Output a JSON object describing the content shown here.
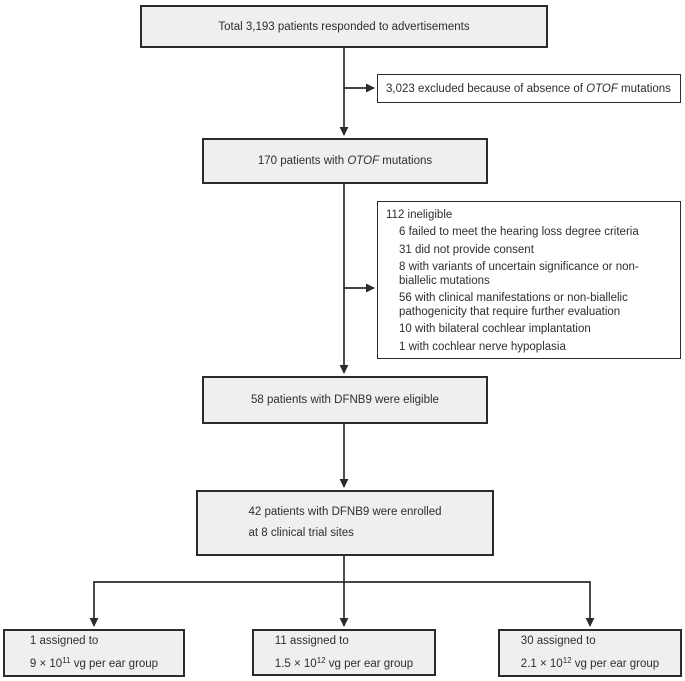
{
  "boxes": {
    "responded": {
      "text": "Total 3,193 patients responded to advertisements"
    },
    "excluded": {
      "pre": "3,023 excluded because of absence of ",
      "gene": "OTOF",
      "post": " mutations"
    },
    "otof_patients": {
      "pre": "170 patients with ",
      "gene": "OTOF",
      "post": " mutations"
    },
    "ineligible": {
      "header": "112 ineligible",
      "items": [
        "6 failed to meet the hearing loss degree criteria",
        "31 did not provide consent",
        "8 with variants of uncertain significance or non-biallelic mutations",
        "56 with clinical manifestations or non-biallelic pathogenicity that require further evaluation",
        "10 with bilateral cochlear implantation",
        "1 with cochlear nerve hypoplasia"
      ]
    },
    "eligible": {
      "text": "58 patients with DFNB9 were eligible"
    },
    "enrolled": {
      "line1": "42 patients with DFNB9 were enrolled",
      "line2": "at 8 clinical trial sites"
    },
    "group_low": {
      "line1": "1 assigned to",
      "dose_base": "9 × 10",
      "dose_exp": "11",
      "dose_rest": " vg per ear group"
    },
    "group_mid": {
      "line1": "11 assigned to",
      "dose_base": "1.5 × 10",
      "dose_exp": "12",
      "dose_rest": " vg per ear group"
    },
    "group_high": {
      "line1": "30 assigned to",
      "dose_base": "2.1 × 10",
      "dose_exp": "12",
      "dose_rest": " vg per ear group"
    }
  },
  "colors": {
    "box_fill": "#eef0ed",
    "box_border": "#2b2b2b",
    "white_box_fill": "#ffffff",
    "line": "#2b2b2b",
    "text": "#2e2e2e",
    "background": "#ffffff"
  }
}
